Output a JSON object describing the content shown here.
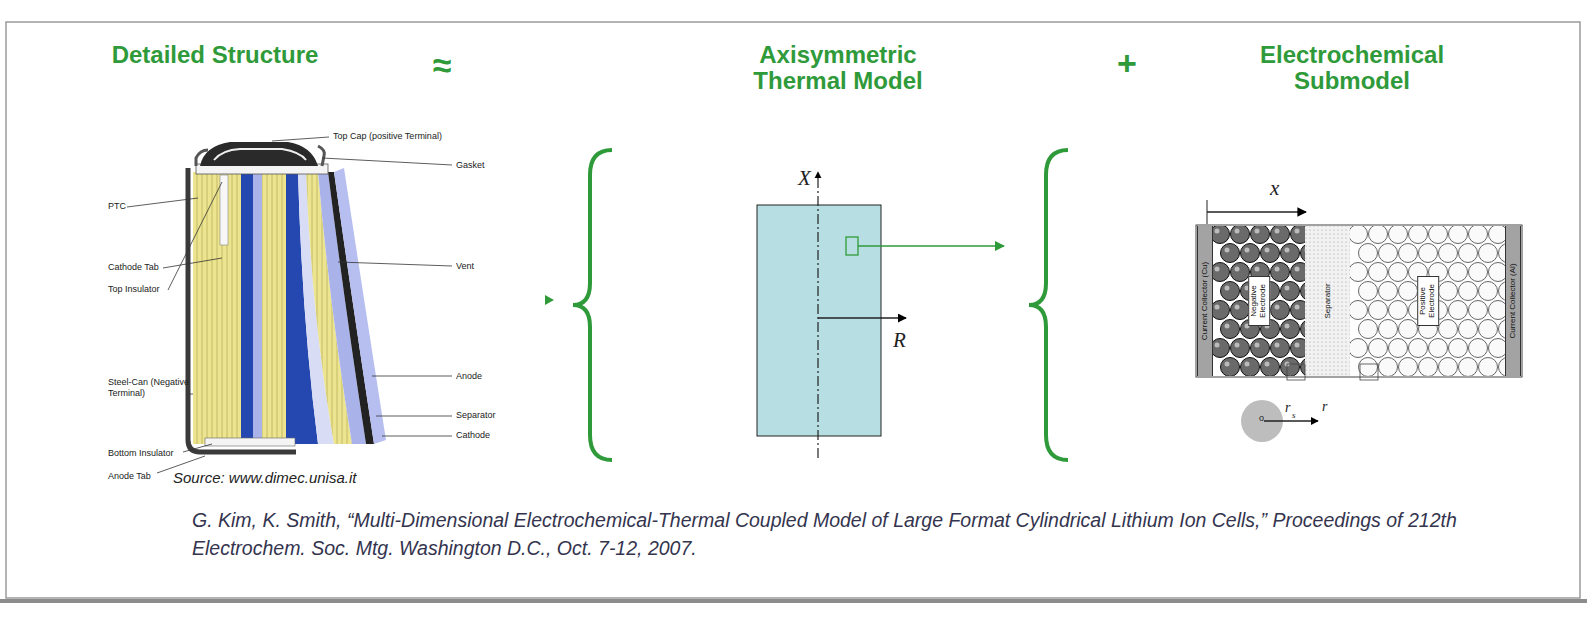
{
  "diagram": {
    "caption": "G. Kim, K. Smith, “Multi-Dimensional Electrochemical-Thermal Coupled Model of Large Format Cylindrical Lithium Ion Cells,” Proceedings of 212th Electrochem. Soc. Mtg. Washington D.C., Oct. 7-12, 2007.",
    "nodes": [
      {
        "text": [
          "Current Collector (Cu)"
        ]
      },
      {
        "text": [
          "Negative Electrode"
        ]
      },
      {
        "text": [
          "Separator"
        ]
      },
      {
        "text": [
          "Positive Electrode"
        ]
      },
      {
        "text": [
          "Current Collector (Al)"
        ]
      }
    ],
    "labels": [
      "Detailed Structure",
      "≈",
      "Axisymmetric Thermal Model",
      "+",
      "Electrochemical Submodel",
      "Top Cap (positive Terminal)",
      "Gasket",
      "PTC",
      "Cathode Tab",
      "Top Insulator",
      "Vent",
      "Steel-Can (Negative Terminal)",
      "Anode",
      "Separator",
      "Cathode",
      "Bottom Insulator",
      "Anode Tab",
      "Source: www.dimec.unisa.it",
      "X",
      "R",
      "x",
      "o",
      "r",
      "s",
      "r"
    ]
  }
}
